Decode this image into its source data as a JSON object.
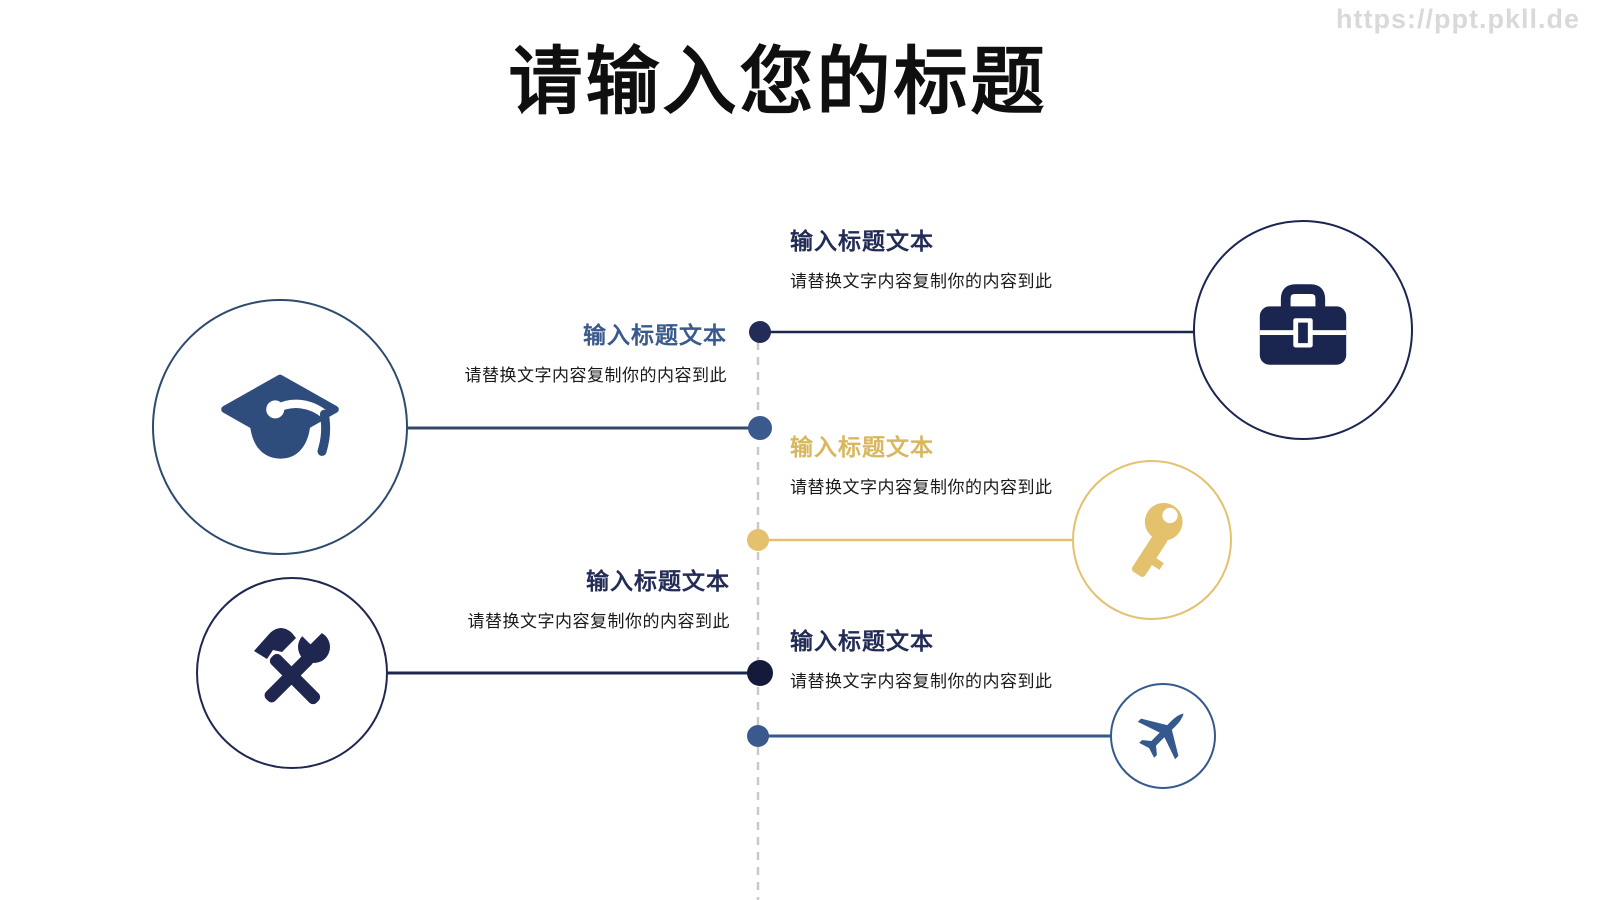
{
  "title": "请输入您的标题",
  "watermark": "https://ppt.pkll.de",
  "blocks": {
    "briefcase": {
      "heading": "输入标题文本",
      "body": "请替换文字内容复制你的内容到此"
    },
    "graduation": {
      "heading": "输入标题文本",
      "body": "请替换文字内容复制你的内容到此"
    },
    "key": {
      "heading": "输入标题文本",
      "body": "请替换文字内容复制你的内容到此"
    },
    "tools": {
      "heading": "输入标题文本",
      "body": "请替换文字内容复制你的内容到此"
    },
    "airplane": {
      "heading": "输入标题文本",
      "body": "请替换文字内容复制你的内容到此"
    }
  },
  "icons": [
    "graduation-cap-icon",
    "hammer-wrench-icon",
    "toolbox-icon",
    "key-icon",
    "airplane-icon"
  ],
  "colors": {
    "title_black": "#0f0f0f",
    "watermark_gray": "#d9d9d9",
    "body_text": "#1a1a1a",
    "navy_dark": "#232c56",
    "briefcase_navy": "#1a2550",
    "tools_navy": "#1f2750",
    "grad_blue": "#2e4d7c",
    "circle1_stroke": "#2e4a6e",
    "blue_mid": "#3a5a8e",
    "line_blue": "#33496b",
    "airplane_blue": "#35598c",
    "gold": "#e4c16d",
    "gold_heading": "#d9b75f",
    "dash_gray": "#c9c9c9",
    "dot_deep": "#141b3a"
  }
}
